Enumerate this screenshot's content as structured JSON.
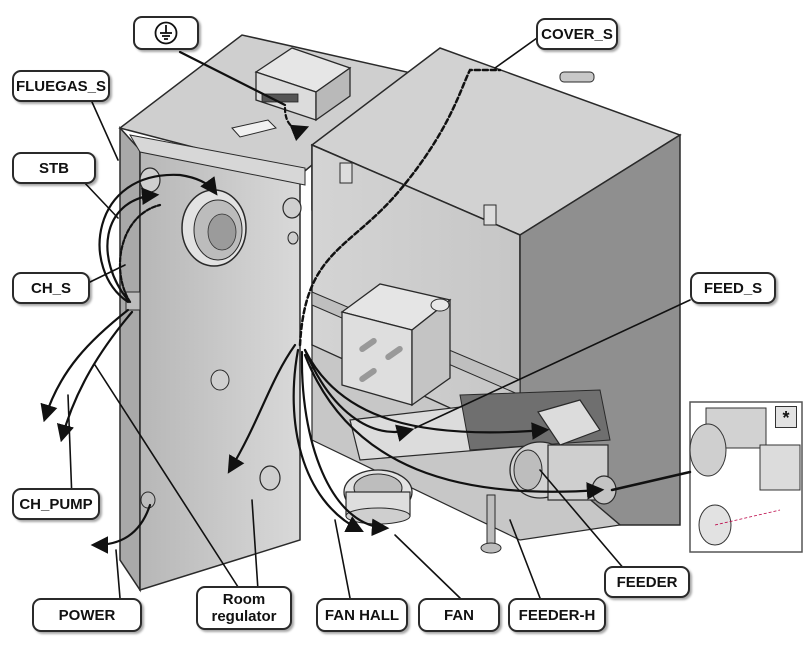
{
  "labels": {
    "fluegas_s": "FLUEGAS_S",
    "stb": "STB",
    "ch_s": "CH_S",
    "ch_pump": "CH_PUMP",
    "power": "POWER",
    "room_regulator_line1": "Room",
    "room_regulator_line2": "regulator",
    "fan_hall": "FAN HALL",
    "fan": "FAN",
    "feeder_h": "FEEDER-H",
    "feeder": "FEEDER",
    "feed_s": "FEED_S",
    "cover_s": "COVER_S",
    "detail_marker": "*"
  },
  "icons": {
    "ground": "ground-icon"
  },
  "colors": {
    "outline": "#2a2a2a",
    "boiler_light": "#d9d9d9",
    "boiler_mid": "#bdbdbd",
    "boiler_dark": "#9a9a9a",
    "hopper_side": "#8f8f8f",
    "cable": "#111111"
  }
}
